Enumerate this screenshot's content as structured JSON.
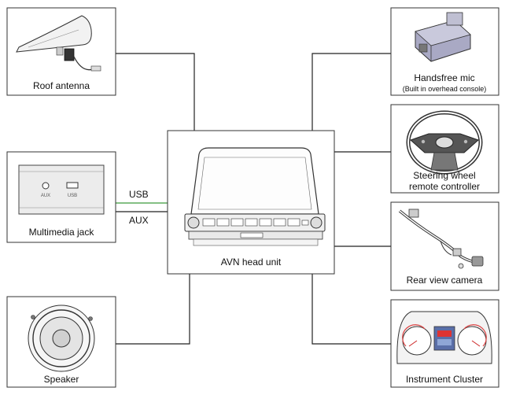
{
  "components": {
    "roof_antenna": "Roof antenna",
    "multimedia_jack": "Multimedia jack",
    "speaker": "Speaker",
    "head_unit": "AVN head unit",
    "handsfree_mic": "Handsfree mic",
    "handsfree_mic_note": "(Built in overhead console)",
    "steering_line1": "Steering wheel",
    "steering_line2": "remote controller",
    "rear_camera": "Rear view camera",
    "cluster": "Instrument Cluster"
  },
  "jack_ports": {
    "aux": "AUX",
    "usb": "USB"
  },
  "connections": {
    "usb": "USB",
    "aux": "AUX"
  },
  "colors": {
    "usb_line": "#3a9a3a",
    "line": "#222222",
    "border": "#333333"
  }
}
